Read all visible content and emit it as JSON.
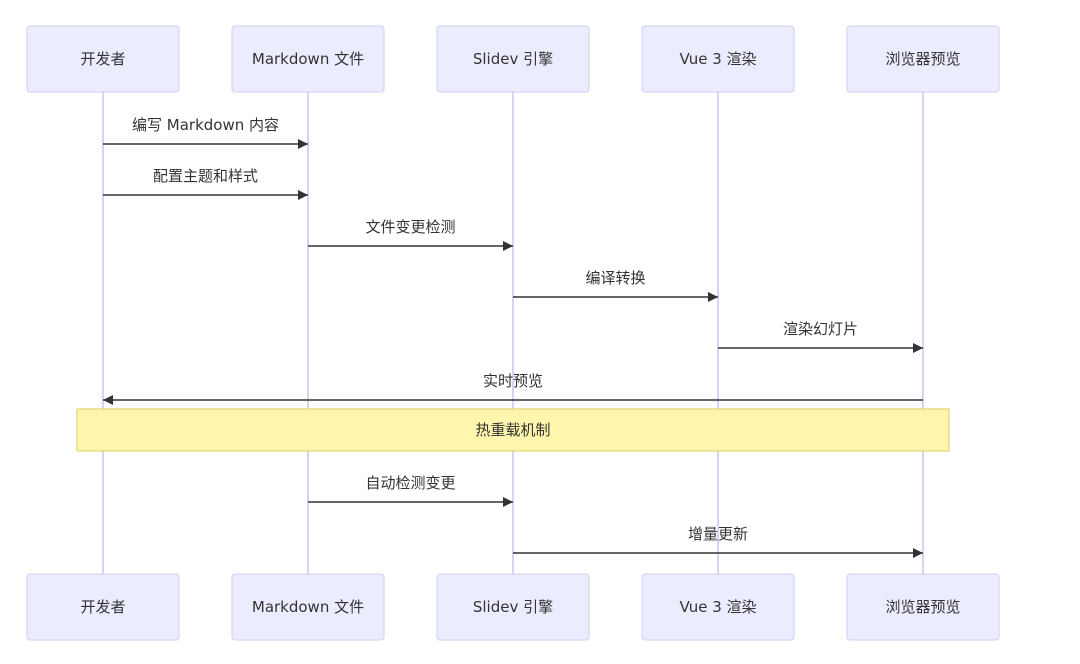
{
  "participants": [
    {
      "id": "dev",
      "label": "开发者"
    },
    {
      "id": "md",
      "label": "Markdown 文件"
    },
    {
      "id": "slidev",
      "label": "Slidev 引擎"
    },
    {
      "id": "vue",
      "label": "Vue 3 渲染"
    },
    {
      "id": "browser",
      "label": "浏览器预览"
    }
  ],
  "messages": [
    {
      "from": "dev",
      "to": "md",
      "label": "编写 Markdown 内容"
    },
    {
      "from": "dev",
      "to": "md",
      "label": "配置主题和样式"
    },
    {
      "from": "md",
      "to": "slidev",
      "label": "文件变更检测"
    },
    {
      "from": "slidev",
      "to": "vue",
      "label": "编译转换"
    },
    {
      "from": "vue",
      "to": "browser",
      "label": "渲染幻灯片"
    },
    {
      "from": "browser",
      "to": "dev",
      "label": "实时预览"
    },
    {
      "from": "md",
      "to": "slidev",
      "label": "自动检测变更"
    },
    {
      "from": "slidev",
      "to": "browser",
      "label": "增量更新"
    }
  ],
  "note": {
    "span": [
      "dev",
      "browser"
    ],
    "after_message": 5,
    "label": "热重载机制"
  },
  "colors": {
    "actor_fill": "#ececff",
    "actor_border": "#cfcff3",
    "lifeline": "#d5d5f2",
    "arrow": "#333333",
    "note_fill": "#fff5ad",
    "note_border": "#d8cf62"
  }
}
